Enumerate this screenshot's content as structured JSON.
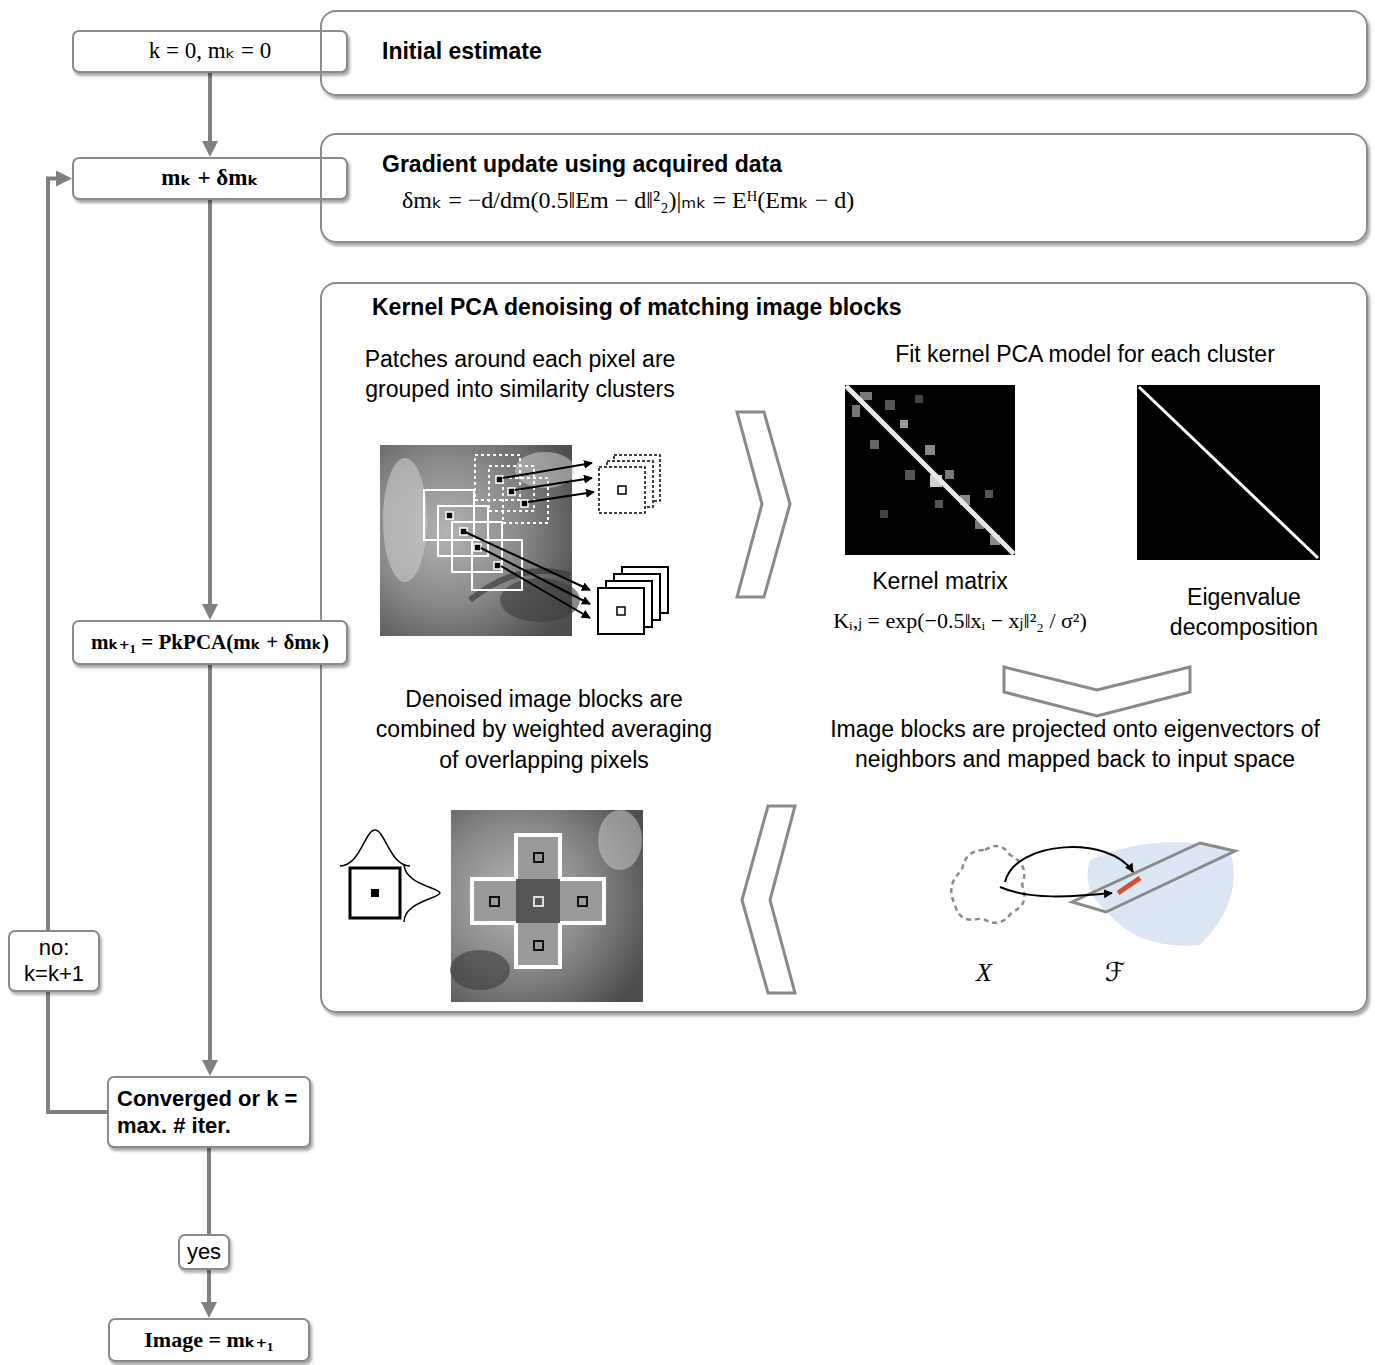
{
  "diagram": {
    "nodes": [
      {
        "text": [
          "k = 0, mₖ = 0"
        ]
      },
      {
        "text": [
          "Initial estimate"
        ]
      },
      {
        "text": [
          "mₖ + δmₖ"
        ]
      },
      {
        "text": [
          "Gradient update using acquired data",
          "δmₖ = −d/dm(0.5‖Em − d‖²₂)|ₘₖ = Eᴴ(Emₖ − d)"
        ]
      },
      {
        "text": [
          "Kernel PCA denoising of matching image blocks",
          "Patches around each pixel are grouped into similarity clusters",
          "Fit kernel PCA model for each cluster",
          "Kernel matrix",
          "Kᵢ,ⱼ = exp(−0.5‖xᵢ − xⱼ‖²₂ / σ²)",
          "Eigenvalue decomposition",
          "Image blocks are projected onto eigenvectors of neighbors and mapped back to input space",
          "Denoised image blocks are combined by weighted averaging of overlapping pixels",
          "X",
          "ℱ"
        ]
      },
      {
        "text": [
          "mₖ₊₁ = PkPCA(mₖ + δmₖ)"
        ]
      },
      {
        "text": [
          "Converged or k = max. # iter."
        ]
      },
      {
        "text": [
          "Image = mₖ₊₁"
        ]
      }
    ],
    "edges": [
      {
        "from": 0,
        "to": 2,
        "arrow": "to"
      },
      {
        "from": 2,
        "to": 5,
        "arrow": "to"
      },
      {
        "from": 5,
        "to": 6,
        "arrow": "to"
      },
      {
        "from": 6,
        "to": 2,
        "label": "no: k=k+1",
        "arrow": "to"
      },
      {
        "from": 6,
        "to": 7,
        "label": "yes",
        "arrow": "to"
      }
    ]
  }
}
